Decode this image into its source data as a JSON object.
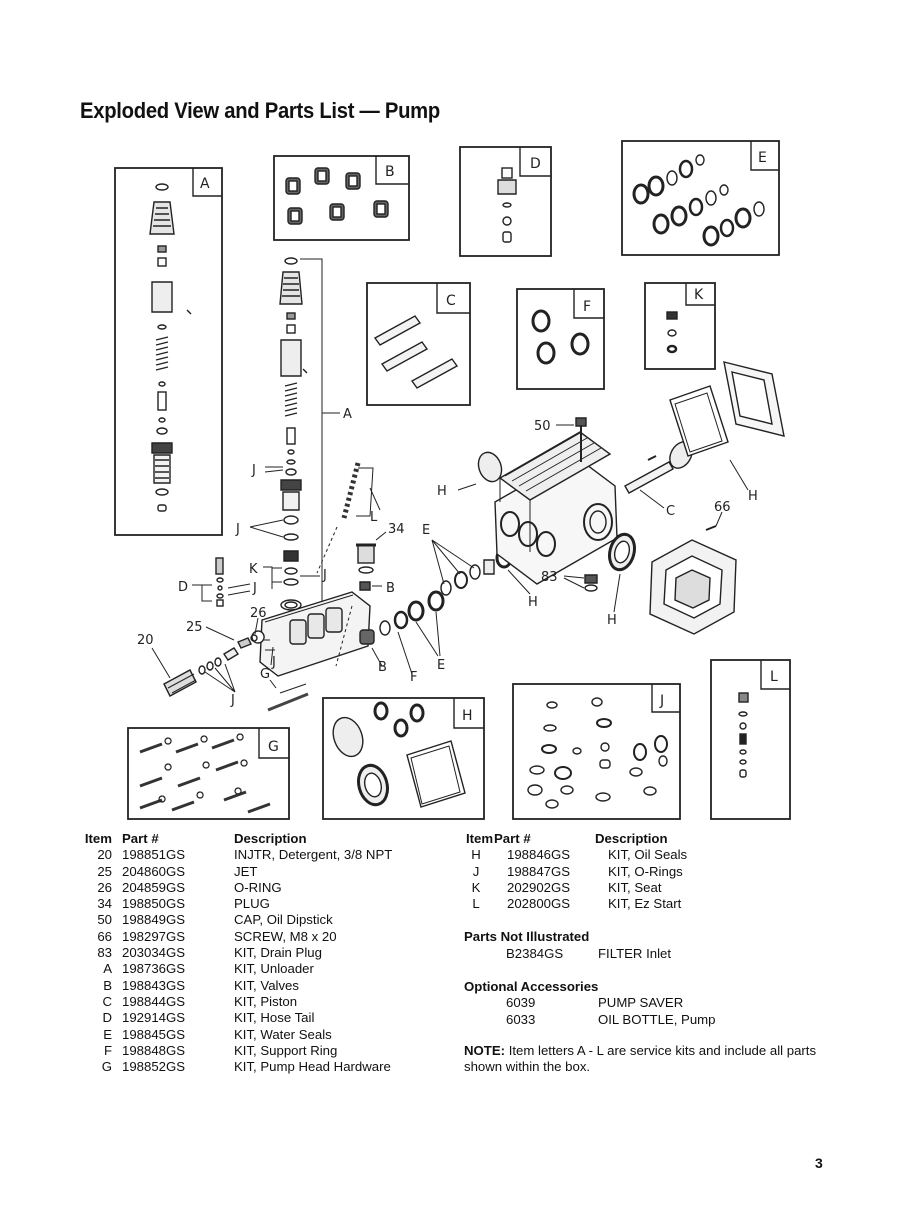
{
  "title": "Exploded View and Parts List — Pump",
  "diagram": {
    "kit_box_labels": [
      "A",
      "B",
      "C",
      "D",
      "E",
      "F",
      "K",
      "G",
      "H",
      "J",
      "L"
    ],
    "callouts": {
      "c20": "20",
      "c25": "25",
      "c26": "26",
      "c34": "34",
      "c50": "50",
      "c66": "66",
      "c83": "83",
      "A": "A",
      "B1": "B",
      "B2": "B",
      "C": "C",
      "D": "D",
      "E1": "E",
      "E2": "E",
      "F": "F",
      "G": "G",
      "H1": "H",
      "H2": "H",
      "H3": "H",
      "H4": "H",
      "J1": "J",
      "J2": "J",
      "J3": "J",
      "J4": "J",
      "J5": "J",
      "J6": "J",
      "K": "K",
      "L": "L"
    }
  },
  "parts_table": {
    "headers": {
      "item": "Item",
      "part": "Part #",
      "description": "Description"
    },
    "rows": [
      {
        "item": "20",
        "part": "198851GS",
        "description": "INJTR, Detergent, 3/8 NPT"
      },
      {
        "item": "25",
        "part": "204860GS",
        "description": "JET"
      },
      {
        "item": "26",
        "part": "204859GS",
        "description": "O-RING"
      },
      {
        "item": "34",
        "part": "198850GS",
        "description": "PLUG"
      },
      {
        "item": "50",
        "part": "198849GS",
        "description": "CAP, Oil Dipstick"
      },
      {
        "item": "66",
        "part": "198297GS",
        "description": "SCREW, M8 x 20"
      },
      {
        "item": "83",
        "part": "203034GS",
        "description": "KIT, Drain Plug"
      },
      {
        "item": "A",
        "part": "198736GS",
        "description": "KIT, Unloader"
      },
      {
        "item": "B",
        "part": "198843GS",
        "description": "KIT, Valves"
      },
      {
        "item": "C",
        "part": "198844GS",
        "description": "KIT, Piston"
      },
      {
        "item": "D",
        "part": "192914GS",
        "description": "KIT, Hose Tail"
      },
      {
        "item": "E",
        "part": "198845GS",
        "description": "KIT, Water Seals"
      },
      {
        "item": "F",
        "part": "198848GS",
        "description": "KIT, Support Ring"
      },
      {
        "item": "G",
        "part": "198852GS",
        "description": "KIT, Pump Head Hardware"
      }
    ]
  },
  "parts_table_right": {
    "headers": {
      "item": "Item",
      "part": "Part #",
      "description": "Description"
    },
    "rows": [
      {
        "item": "H",
        "part": "198846GS",
        "description": "KIT, Oil Seals"
      },
      {
        "item": "J",
        "part": "198847GS",
        "description": "KIT, O-Rings"
      },
      {
        "item": "K",
        "part": "202902GS",
        "description": "KIT, Seat"
      },
      {
        "item": "L",
        "part": "202800GS",
        "description": "KIT, Ez Start"
      }
    ]
  },
  "parts_not_illustrated": {
    "title": "Parts Not Illustrated",
    "rows": [
      {
        "part": "B2384GS",
        "description": "FILTER Inlet"
      }
    ]
  },
  "optional_accessories": {
    "title": "Optional Accessories",
    "rows": [
      {
        "part": "6039",
        "description": "PUMP SAVER"
      },
      {
        "part": "6033",
        "description": "OIL BOTTLE, Pump"
      }
    ]
  },
  "note": {
    "label": "NOTE:",
    "text": "Item letters A - L are service kits and include all parts shown within the box."
  },
  "page_number": "3"
}
